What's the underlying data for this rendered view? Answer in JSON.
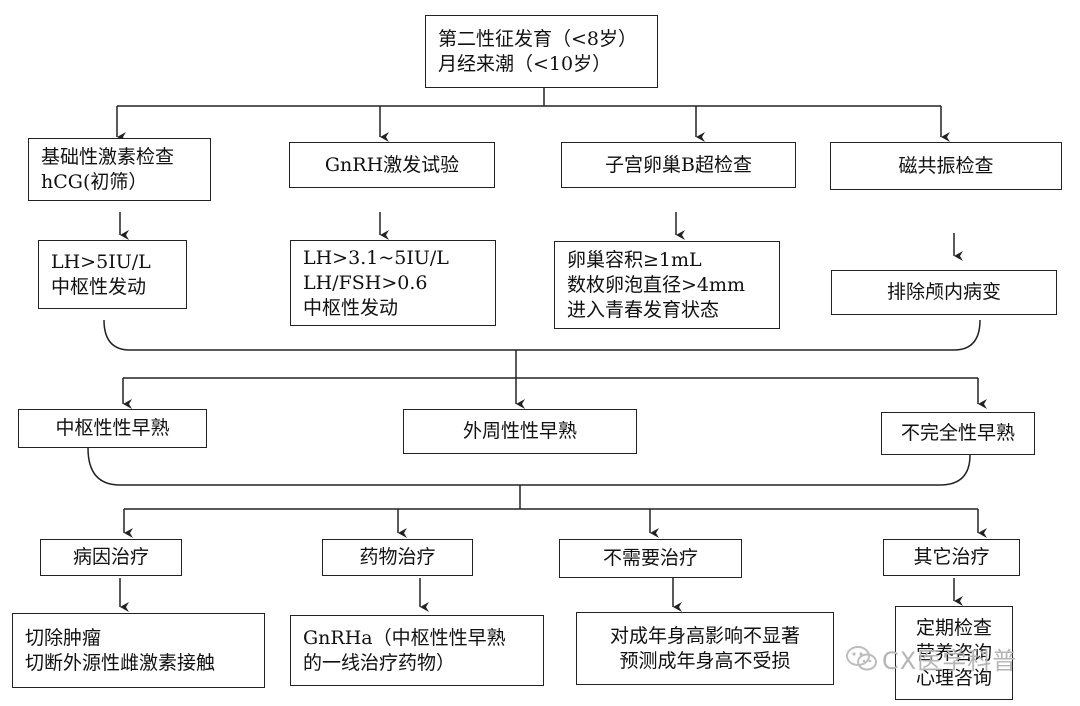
{
  "root": {
    "line1": "第二性征发育（<8岁）",
    "line2": "月经来潮（<10岁）"
  },
  "exams": [
    {
      "lines": [
        "基础性激素检查",
        "hCG(初筛）"
      ]
    },
    {
      "lines": [
        "GnRH激发试验"
      ]
    },
    {
      "lines": [
        "子宫卵巢B超检查"
      ]
    },
    {
      "lines": [
        "磁共振检查"
      ]
    }
  ],
  "results": [
    {
      "lines": [
        "LH>5IU/L",
        "中枢性发动"
      ]
    },
    {
      "lines": [
        "LH>3.1~5IU/L",
        "LH/FSH>0.6",
        "中枢性发动"
      ]
    },
    {
      "lines": [
        "卵巢容积≥1mL",
        "数枚卵泡直径>4mm",
        "进入青春发育状态"
      ]
    },
    {
      "lines": [
        "排除颅内病变"
      ]
    }
  ],
  "types": [
    {
      "label": "中枢性性早熟"
    },
    {
      "label": "外周性性早熟"
    },
    {
      "label": "不完全性早熟"
    }
  ],
  "treatments": [
    {
      "label": "病因治疗"
    },
    {
      "label": "药物治疗"
    },
    {
      "label": "不需要治疗"
    },
    {
      "label": "其它治疗"
    }
  ],
  "details": [
    {
      "lines": [
        "切除肿瘤",
        "切断外源性雌激素接触"
      ]
    },
    {
      "lines": [
        "GnRHa（中枢性性早熟",
        "的一线治疗药物）"
      ]
    },
    {
      "lines": [
        "对成年身高影响不显著",
        "预测成年身高不受损"
      ]
    },
    {
      "lines": [
        "定期检查",
        "营养咨询",
        "心理咨询"
      ]
    }
  ],
  "watermark": {
    "text": "CX医学科普",
    "icon": "wechat-icon"
  }
}
